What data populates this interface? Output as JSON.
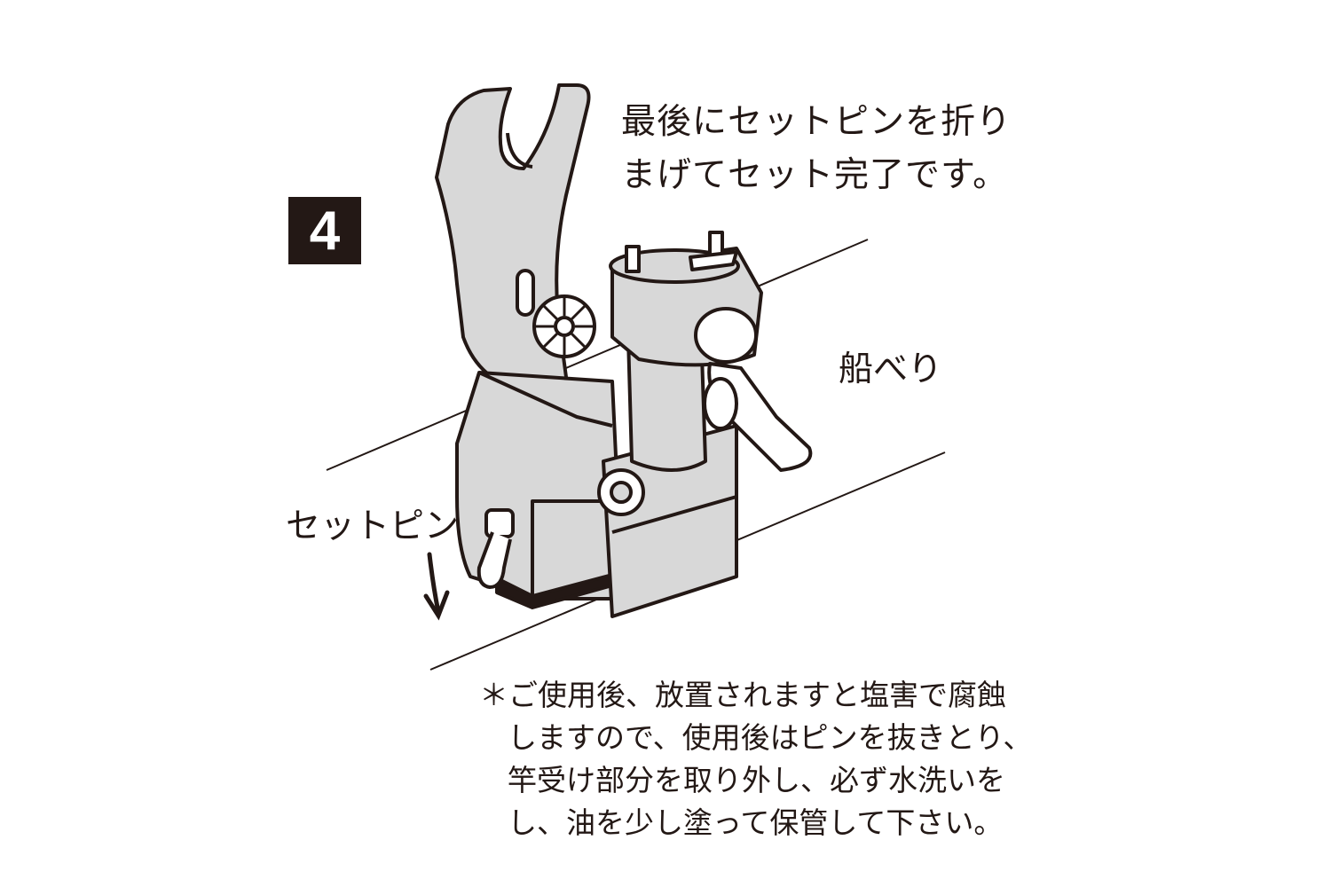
{
  "step": {
    "number": "4"
  },
  "heading": {
    "line1": "最後にセットピンを折り",
    "line2": "まげてセット完了です。"
  },
  "labels": {
    "hull": "船べり",
    "set_pin": "セットピン"
  },
  "note": {
    "line1": "＊ご使用後、放置されますと塩害で腐蝕",
    "line2": "しますので、使用後はピンを抜きとり、",
    "line3": "竿受け部分を取り外し、必ず水洗いを",
    "line4": "し、油を少し塗って保管して下さい。"
  },
  "colors": {
    "ink": "#231815",
    "body_fill": "#d8d8d8",
    "background": "#ffffff"
  }
}
